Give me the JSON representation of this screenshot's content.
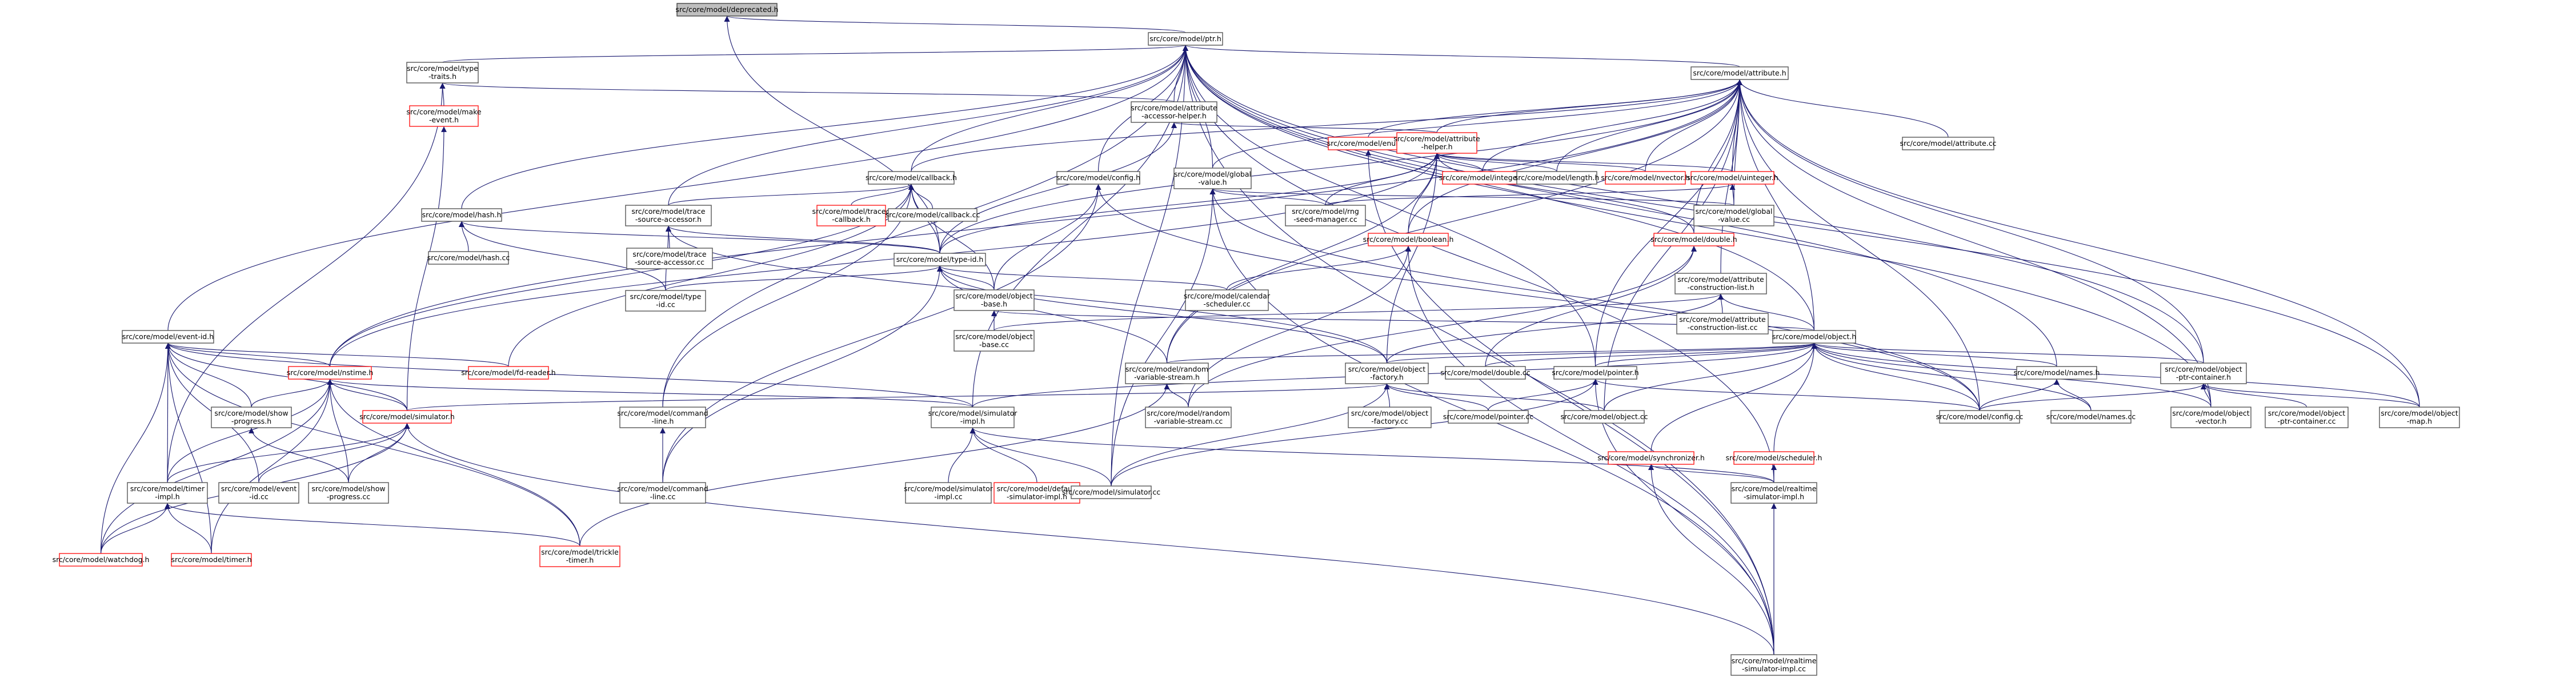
{
  "graph": {
    "colors": {
      "edge": "#191970",
      "node_border": "#555555",
      "red_border": "#ff1a1a",
      "root_fill": "#bfbfbf"
    },
    "nodes": [
      {
        "id": "deprecated",
        "lines": [
          "src/core/model/deprecated.h"
        ],
        "root": true
      },
      {
        "id": "ptr",
        "lines": [
          "src/core/model/ptr.h"
        ]
      },
      {
        "id": "type_traits",
        "lines": [
          "src/core/model/type",
          "-traits.h"
        ]
      },
      {
        "id": "attribute",
        "lines": [
          "src/core/model/attribute.h"
        ]
      },
      {
        "id": "make_event",
        "lines": [
          "src/core/model/make",
          "-event.h"
        ],
        "red": true
      },
      {
        "id": "attr_acc_helper",
        "lines": [
          "src/core/model/attribute",
          "-accessor-helper.h"
        ]
      },
      {
        "id": "enum",
        "lines": [
          "src/core/model/enum.h"
        ],
        "red": true
      },
      {
        "id": "attr_helper",
        "lines": [
          "src/core/model/attribute",
          "-helper.h"
        ],
        "red": true
      },
      {
        "id": "attribute_cc",
        "lines": [
          "src/core/model/attribute.cc"
        ]
      },
      {
        "id": "callback",
        "lines": [
          "src/core/model/callback.h"
        ]
      },
      {
        "id": "config_h",
        "lines": [
          "src/core/model/config.h"
        ]
      },
      {
        "id": "global_value_h",
        "lines": [
          "src/core/model/global",
          "-value.h"
        ]
      },
      {
        "id": "integer",
        "lines": [
          "src/core/model/integer.h"
        ],
        "red": true
      },
      {
        "id": "length",
        "lines": [
          "src/core/model/length.h"
        ]
      },
      {
        "id": "nvector",
        "lines": [
          "src/core/model/nvector.h"
        ],
        "red": true
      },
      {
        "id": "uinteger",
        "lines": [
          "src/core/model/uinteger.h"
        ],
        "red": true
      },
      {
        "id": "hash",
        "lines": [
          "src/core/model/hash.h"
        ]
      },
      {
        "id": "trace_accessor",
        "lines": [
          "src/core/model/trace",
          "-source-accessor.h"
        ]
      },
      {
        "id": "traced_callback",
        "lines": [
          "src/core/model/traced",
          "-callback.h"
        ],
        "red": true
      },
      {
        "id": "callback_cc",
        "lines": [
          "src/core/model/callback.cc"
        ]
      },
      {
        "id": "rng_seed",
        "lines": [
          "src/core/model/rng",
          "-seed-manager.cc"
        ]
      },
      {
        "id": "global_value_cc",
        "lines": [
          "src/core/model/global",
          "-value.cc"
        ]
      },
      {
        "id": "hash_cc",
        "lines": [
          "src/core/model/hash.cc"
        ]
      },
      {
        "id": "trace_acc_cc",
        "lines": [
          "src/core/model/trace",
          "-source-accessor.cc"
        ]
      },
      {
        "id": "type_id_h",
        "lines": [
          "src/core/model/type-id.h"
        ]
      },
      {
        "id": "boolean",
        "lines": [
          "src/core/model/boolean.h"
        ],
        "red": true
      },
      {
        "id": "double_h",
        "lines": [
          "src/core/model/double.h"
        ],
        "red": true
      },
      {
        "id": "type_id_cc",
        "lines": [
          "src/core/model/type",
          "-id.cc"
        ]
      },
      {
        "id": "object_base_h",
        "lines": [
          "src/core/model/object",
          "-base.h"
        ]
      },
      {
        "id": "calendar_sched",
        "lines": [
          "src/core/model/calendar",
          "-scheduler.cc"
        ]
      },
      {
        "id": "attr_constr_list",
        "lines": [
          "src/core/model/attribute",
          "-construction-list.h"
        ]
      },
      {
        "id": "object_base_cc",
        "lines": [
          "src/core/model/object",
          "-base.cc"
        ]
      },
      {
        "id": "attr_constr_cc",
        "lines": [
          "src/core/model/attribute",
          "-construction-list.cc"
        ]
      },
      {
        "id": "event_id",
        "lines": [
          "src/core/model/event-id.h"
        ]
      },
      {
        "id": "fd_reader",
        "lines": [
          "src/core/model/fd-reader.h"
        ],
        "red": true
      },
      {
        "id": "object_h",
        "lines": [
          "src/core/model/object.h"
        ]
      },
      {
        "id": "nstime",
        "lines": [
          "src/core/model/nstime.h"
        ],
        "red": true
      },
      {
        "id": "random_var_stream",
        "lines": [
          "src/core/model/random",
          "-variable-stream.h"
        ]
      },
      {
        "id": "object_factory_h",
        "lines": [
          "src/core/model/object",
          "-factory.h"
        ]
      },
      {
        "id": "double_cc",
        "lines": [
          "src/core/model/double.cc"
        ]
      },
      {
        "id": "pointer_h",
        "lines": [
          "src/core/model/pointer.h"
        ]
      },
      {
        "id": "names_h",
        "lines": [
          "src/core/model/names.h"
        ]
      },
      {
        "id": "obj_ptr_container_h",
        "lines": [
          "src/core/model/object",
          "-ptr-container.h"
        ]
      },
      {
        "id": "show_progress_h",
        "lines": [
          "src/core/model/show",
          "-progress.h"
        ]
      },
      {
        "id": "command_line_h",
        "lines": [
          "src/core/model/command",
          "-line.h"
        ]
      },
      {
        "id": "simulator_h",
        "lines": [
          "src/core/model/simulator.h"
        ],
        "red": true
      },
      {
        "id": "simulator_impl_h",
        "lines": [
          "src/core/model/simulator",
          "-impl.h"
        ]
      },
      {
        "id": "random_var_stream_cc",
        "lines": [
          "src/core/model/random",
          "-variable-stream.cc"
        ]
      },
      {
        "id": "object_factory_cc",
        "lines": [
          "src/core/model/object",
          "-factory.cc"
        ]
      },
      {
        "id": "pointer_cc",
        "lines": [
          "src/core/model/pointer.cc"
        ]
      },
      {
        "id": "object_cc",
        "lines": [
          "src/core/model/object.cc"
        ]
      },
      {
        "id": "synchronizer",
        "lines": [
          "src/core/model/synchronizer.h"
        ],
        "red": true
      },
      {
        "id": "scheduler",
        "lines": [
          "src/core/model/scheduler.h"
        ],
        "red": true
      },
      {
        "id": "config_cc",
        "lines": [
          "src/core/model/config.cc"
        ]
      },
      {
        "id": "names_cc",
        "lines": [
          "src/core/model/names.cc"
        ]
      },
      {
        "id": "object_vector",
        "lines": [
          "src/core/model/object",
          "-vector.h"
        ]
      },
      {
        "id": "obj_ptr_container_cc",
        "lines": [
          "src/core/model/object",
          "-ptr-container.cc"
        ]
      },
      {
        "id": "object_map",
        "lines": [
          "src/core/model/object",
          "-map.h"
        ]
      },
      {
        "id": "timer_impl",
        "lines": [
          "src/core/model/timer",
          "-impl.h"
        ]
      },
      {
        "id": "event_id_cc",
        "lines": [
          "src/core/model/event",
          "-id.cc"
        ]
      },
      {
        "id": "show_progress_cc",
        "lines": [
          "src/core/model/show",
          "-progress.cc"
        ]
      },
      {
        "id": "command_line_cc",
        "lines": [
          "src/core/model/command",
          "-line.cc"
        ]
      },
      {
        "id": "simulator_impl_cc",
        "lines": [
          "src/core/model/simulator",
          "-impl.cc"
        ]
      },
      {
        "id": "default_sim_impl",
        "lines": [
          "src/core/model/default",
          "-simulator-impl.h"
        ],
        "red": true
      },
      {
        "id": "simulator_cc",
        "lines": [
          "src/core/model/simulator.cc"
        ]
      },
      {
        "id": "realtime_sim_impl_h",
        "lines": [
          "src/core/model/realtime",
          "-simulator-impl.h"
        ]
      },
      {
        "id": "watchdog",
        "lines": [
          "src/core/model/watchdog.h"
        ],
        "red": true
      },
      {
        "id": "timer",
        "lines": [
          "src/core/model/timer.h"
        ],
        "red": true
      },
      {
        "id": "trickle_timer",
        "lines": [
          "src/core/model/trickle",
          "-timer.h"
        ],
        "red": true
      },
      {
        "id": "realtime_sim_impl_cc",
        "lines": [
          "src/core/model/realtime",
          "-simulator-impl.cc"
        ]
      }
    ]
  }
}
